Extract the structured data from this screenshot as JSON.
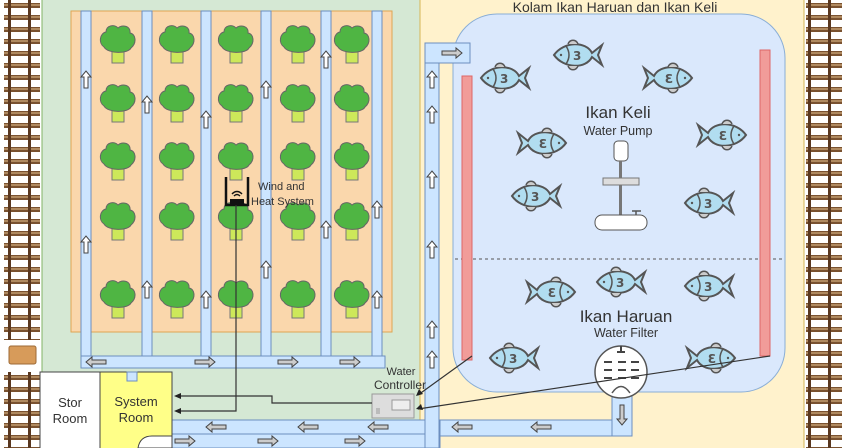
{
  "labels": {
    "pond_title": "Kolam Ikan Haruan dan Ikan Keli",
    "wind_heat_line1": "Wind and",
    "wind_heat_line2": "Heat System",
    "keli_title": "Ikan Keli",
    "water_pump": "Water Pump",
    "haruan_title": "Ikan Haruan",
    "water_filter": "Water Filter",
    "water_controller_line1": "Water",
    "water_controller_line2": "Controller",
    "stor_room_line1": "Stor",
    "stor_room_line2": "Room",
    "system_room_line1": "System",
    "system_room_line2": "Room"
  },
  "colors": {
    "garden_zone": "#d5e8d4",
    "field": "#fad7ac",
    "pond_zone": "#fff2cc",
    "pond": "#dae8fc",
    "pipe": "#cce5ff",
    "heater": "#f19c99",
    "system_room": "#ffff88",
    "plant": "#4fb543",
    "fish": "#b1ddf0"
  },
  "icons": [
    "broccoli-icon",
    "fish-icon",
    "wind-heat-icon",
    "water-pump-icon",
    "water-filter-icon",
    "controller-icon",
    "fence-icon",
    "arrow-icon"
  ]
}
